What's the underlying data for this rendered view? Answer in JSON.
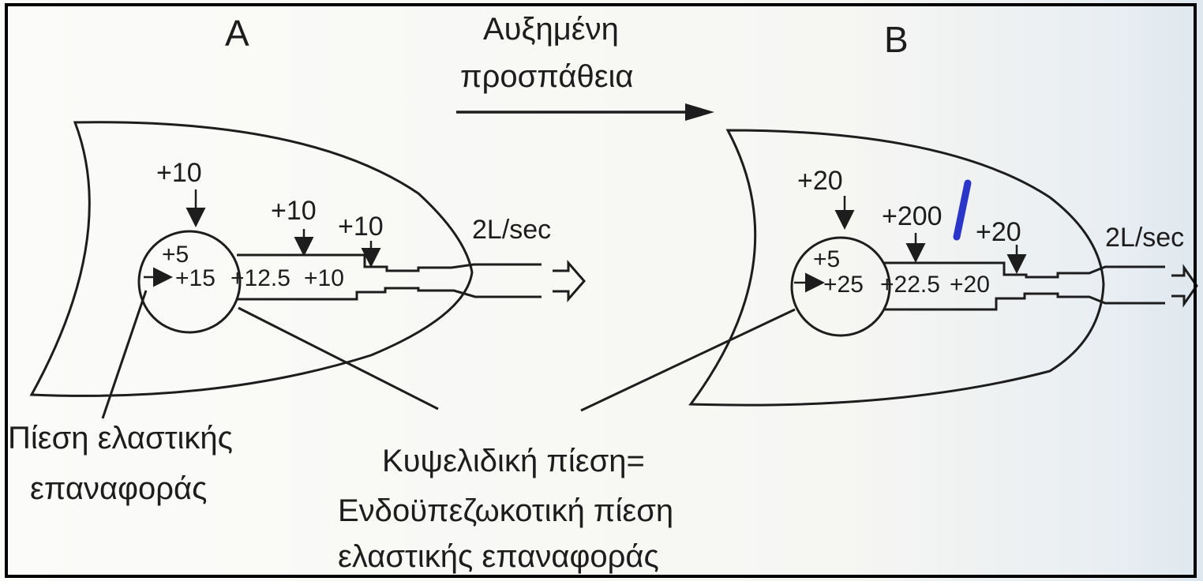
{
  "panel_a": {
    "title": "A",
    "p_pleural": "+10",
    "p_airway_mid": "+10",
    "p_airway_end": "+10",
    "p_elastic": "+5",
    "p_alv": "+15",
    "p_a1": "+12.5",
    "p_a2": "+10",
    "flow": "2L/sec"
  },
  "arrow_label": {
    "line1": "Αυξημένη",
    "line2": "προσπάθεια"
  },
  "panel_b": {
    "title": "B",
    "p_pleural": "+20",
    "p_airway_mid": "+200",
    "p_airway_end": "+20",
    "p_elastic": "+5",
    "p_alv": "+25",
    "p_a1": "+22.5",
    "p_a2": "+20",
    "flow": "2L/sec"
  },
  "captions": {
    "left_line1": "Πίεση ελαστικής",
    "left_line2": "επαναφοράς",
    "center_line1": "Κυψελιδική πίεση=",
    "center_line2": "Ενδοϋπεζωκοτική πίεση",
    "center_line3": "ελαστικής επαναφοράς"
  },
  "colors": {
    "ink": "#1d1d1d",
    "annotation": "#2b35c8"
  }
}
